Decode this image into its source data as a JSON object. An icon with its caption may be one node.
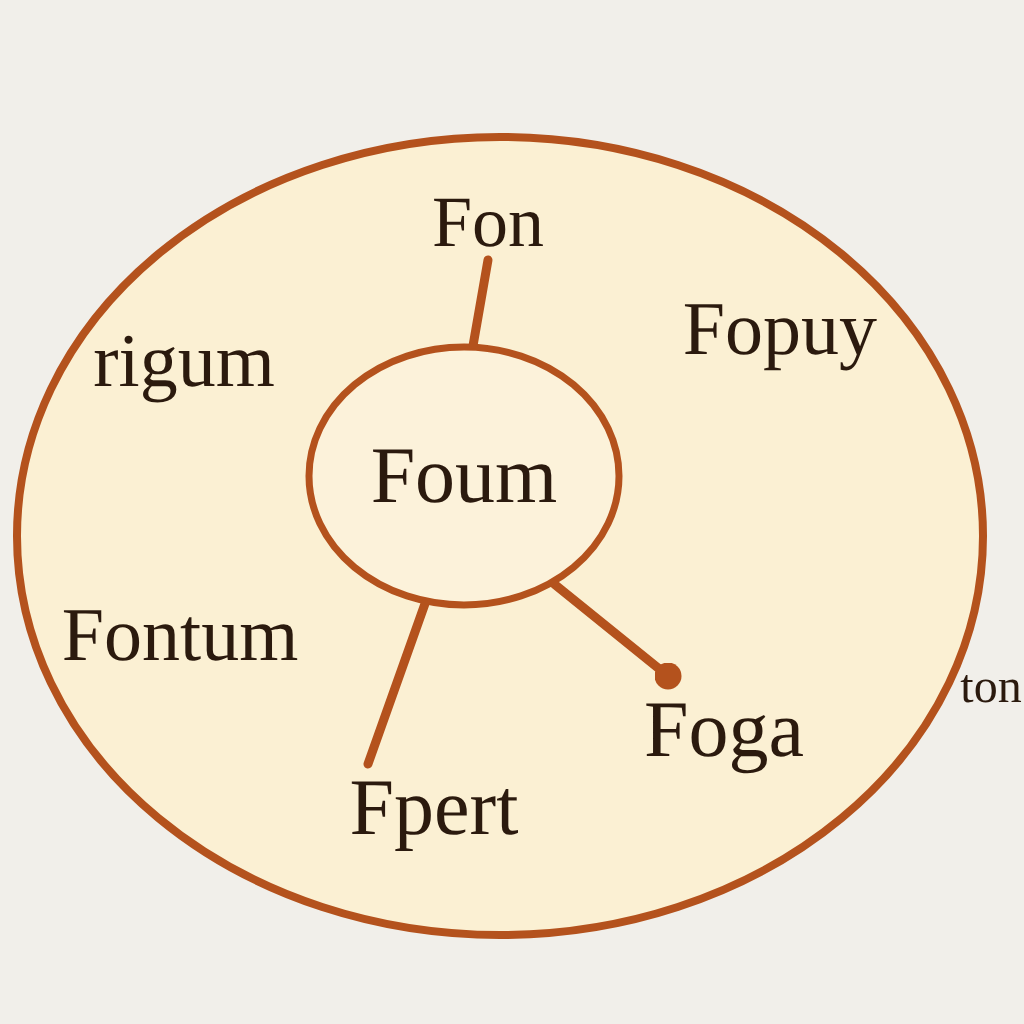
{
  "diagram": {
    "nodes": [
      {
        "text": [],
        "shape": "circle"
      },
      {
        "text": [
          "Foum"
        ],
        "in": 0
      },
      {
        "text": [
          "Fon"
        ],
        "in": 0
      },
      {
        "text": [
          "Fpert"
        ],
        "in": 0
      },
      {
        "text": [
          "Foga"
        ],
        "in": 0
      }
    ],
    "edges": [
      {
        "from": 1,
        "to": 2,
        "arrow": "none"
      },
      {
        "from": 1,
        "to": 3,
        "arrow": "none"
      },
      {
        "from": 1,
        "to": 4,
        "arrow": "other"
      }
    ],
    "labels": [
      "rigum",
      "Fopuy",
      "Fontum",
      "ton"
    ]
  }
}
